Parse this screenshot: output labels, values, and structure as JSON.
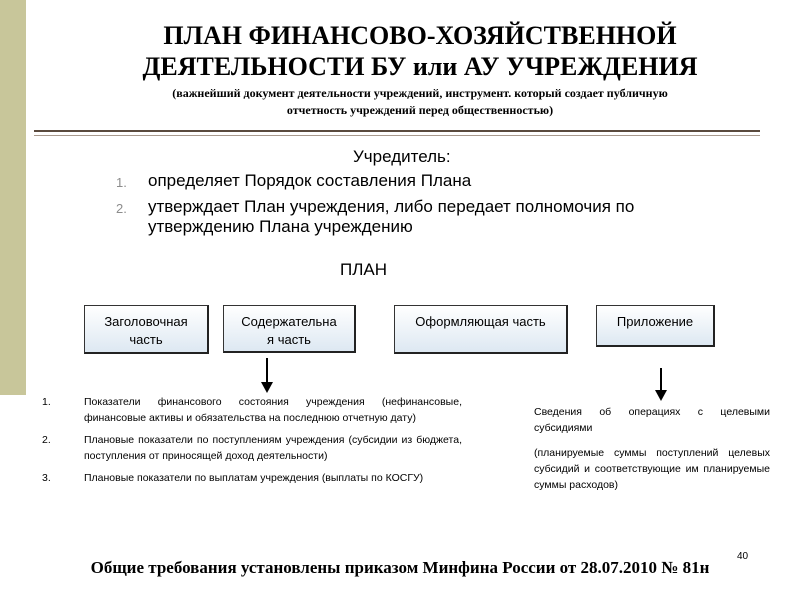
{
  "title": {
    "line1": "ПЛАН ФИНАНСОВО-ХОЗЯЙСТВЕННОЙ",
    "line2": "ДЕЯТЕЛЬНОСТИ  БУ  или  АУ УЧРЕЖДЕНИЯ"
  },
  "subtitle": {
    "line1": "(важнейший документ  деятельности учреждений, инструмент. который создает публичную",
    "line2": "отчетность учреждений перед общественностью)"
  },
  "founder": {
    "heading": "Учредитель:",
    "items": [
      {
        "num": "1.",
        "text": "определяет Порядок составления Плана"
      },
      {
        "num": "2.",
        "text": "утверждает План учреждения, либо передает полномочия по утверждению Плана учреждению"
      }
    ]
  },
  "plan_label": "ПЛАН",
  "parts": [
    {
      "line1": "Заголовочная",
      "line2": "часть"
    },
    {
      "line1": "Содержательна",
      "line2": "я часть"
    },
    {
      "line1": "Оформляющая часть",
      "line2": ""
    },
    {
      "line1": "Приложение",
      "line2": ""
    }
  ],
  "content_items": [
    {
      "num": "1.",
      "text": "Показатели финансового состояния учреждения (нефинансовые, финансовые активы и обязательства на последнюю отчетную дату)"
    },
    {
      "num": "2.",
      "text": "Плановые показатели по поступлениям учреждения (субсидии из бюджета, поступления от приносящей доход деятельности)"
    },
    {
      "num": "3.",
      "text": "Плановые показатели по выплатам учреждения (выплаты по КОСГУ)"
    }
  ],
  "appendix": {
    "text1": "Сведения об операциях с целевыми субсидиями",
    "text2": "(планируемые суммы поступлений целевых субсидий и соответствующие им планируемые суммы расходов)"
  },
  "slide_number": "40",
  "footer": "Общие требования установлены приказом Минфина России от 28.07.2010 № 81н",
  "colors": {
    "left_bar": "#c8c69a",
    "rule": "#5a4a3e",
    "box_fill": "#dde8f2"
  }
}
